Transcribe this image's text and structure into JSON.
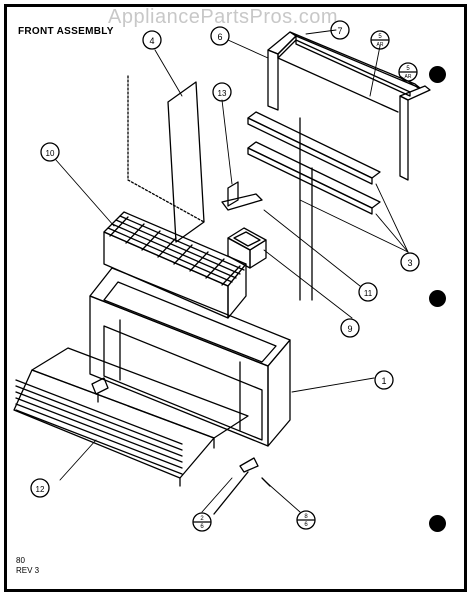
{
  "watermark": "AppliancePartsPros.com",
  "title": "FRONT ASSEMBLY",
  "footer": {
    "line1": "80",
    "line2": "REV 3"
  },
  "callouts": {
    "c1": "1",
    "c3": "3",
    "c4": "4",
    "c6": "6",
    "c7": "7",
    "c9": "9",
    "c10": "10",
    "c11": "11",
    "c12": "12",
    "c13": "13"
  },
  "fraction_callouts": {
    "f5a": {
      "top": "5",
      "bottom": "AR"
    },
    "f5b": {
      "top": "5",
      "bottom": "AR"
    },
    "f2": {
      "top": "2",
      "bottom": "6"
    },
    "f8": {
      "top": "8",
      "bottom": "6"
    }
  }
}
